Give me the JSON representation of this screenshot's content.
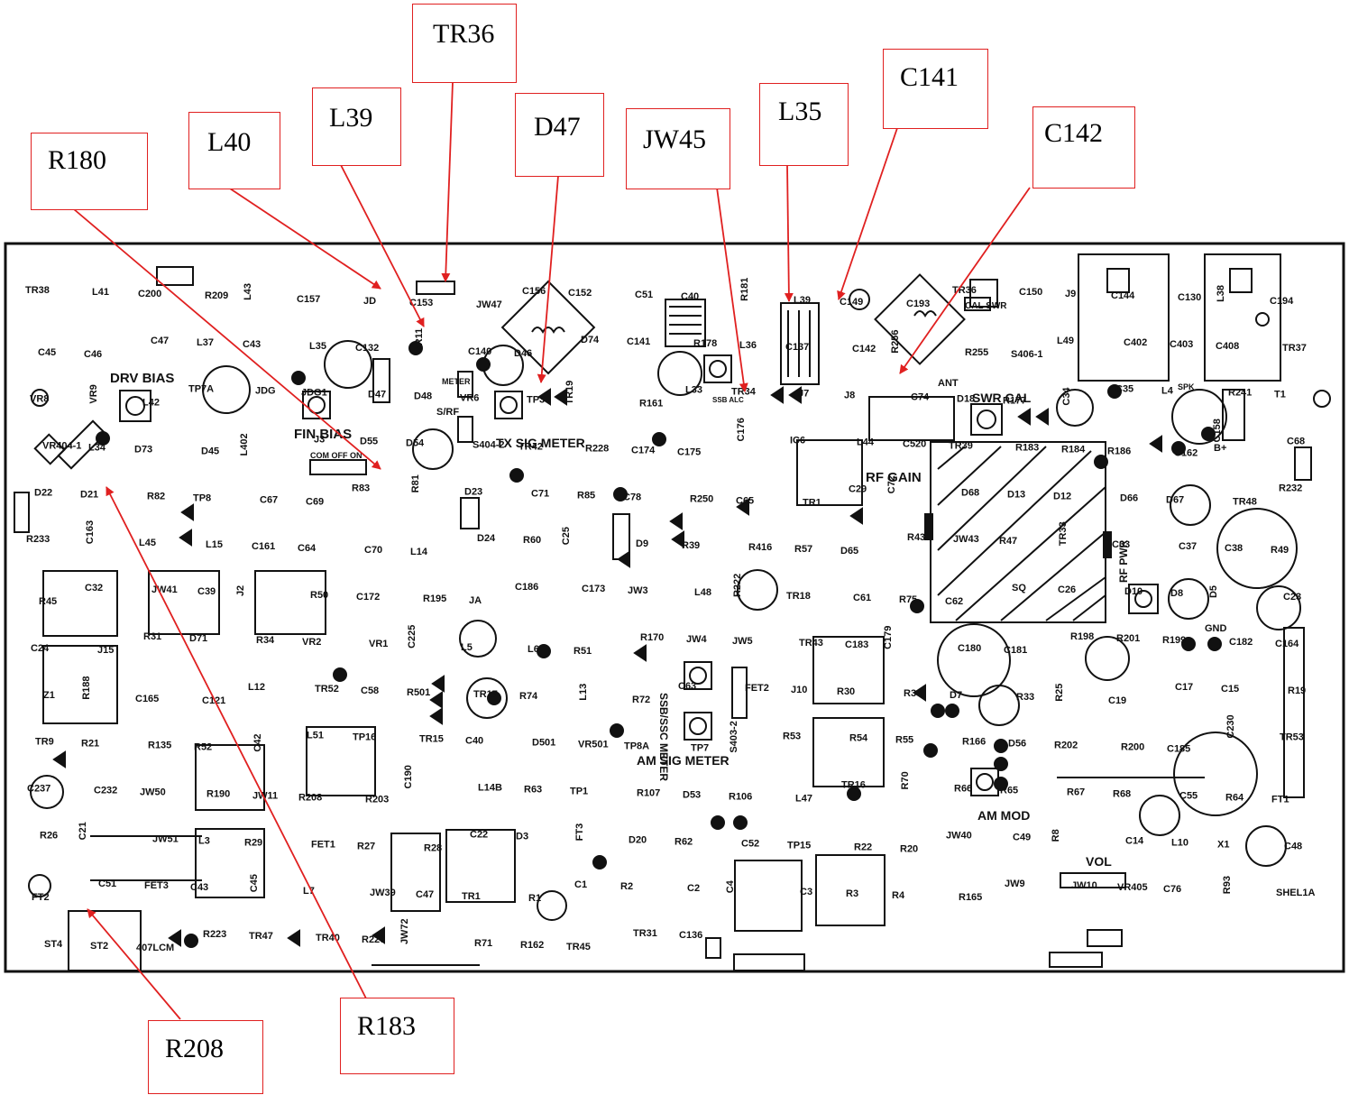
{
  "callouts": [
    {
      "id": "tr36",
      "label": "TR36"
    },
    {
      "id": "l39",
      "label": "L39"
    },
    {
      "id": "d47",
      "label": "D47"
    },
    {
      "id": "jw45",
      "label": "JW45"
    },
    {
      "id": "l35",
      "label": "L35"
    },
    {
      "id": "c141",
      "label": "C141"
    },
    {
      "id": "c142",
      "label": "C142"
    },
    {
      "id": "r180",
      "label": "R180"
    },
    {
      "id": "l40",
      "label": "L40"
    },
    {
      "id": "r208",
      "label": "R208"
    },
    {
      "id": "r183",
      "label": "R183"
    }
  ],
  "board": {
    "section_labels": {
      "drv_bias": "DRV BIAS",
      "fin_bias": "FIN BIAS",
      "tx_sig_meter": "TX SIG METER",
      "ssb_meter": "SSB/SSC METER",
      "am_sig_meter": "AM SIG METER",
      "rf_gain": "RF GAIN",
      "swr_cal": "SWR CAL",
      "am_mod": "AM MOD",
      "vol": "VOL",
      "rf_pwr": "RF PWR",
      "cal_swr": "CAL SWR",
      "com_off_on": "COM OFF ON",
      "meter": "METER",
      "s_rf": "S/RF",
      "ssb_alc": "SSB ALC",
      "ant": "ANT",
      "gnd": "GND",
      "spk": "SPK",
      "b_plus": "B+"
    },
    "designators": [
      "TR38",
      "L41",
      "C200",
      "R209",
      "L43",
      "C157",
      "JD",
      "C153",
      "JW47",
      "C156",
      "C152",
      "C51",
      "C40",
      "R181",
      "L39",
      "C149",
      "C193",
      "TR36",
      "C150",
      "J9",
      "C144",
      "C130",
      "L38",
      "C194",
      "C45",
      "C46",
      "C47",
      "L37",
      "C43",
      "L35",
      "C132",
      "VR11",
      "C140",
      "D46",
      "D74",
      "C141",
      "R178",
      "L36",
      "C137",
      "C142",
      "R256",
      "R255",
      "S406-1",
      "L49",
      "C402",
      "C403",
      "C408",
      "TR37",
      "VR8",
      "VR9",
      "L42",
      "TP7A",
      "JDG",
      "JDG1",
      "D47",
      "D48",
      "VR6",
      "TP3",
      "TR19",
      "R161",
      "L33",
      "TR34",
      "J7",
      "J8",
      "C74",
      "D18",
      "R177",
      "C34",
      "C35",
      "L4",
      "R241",
      "T1",
      "VR404-1",
      "L34",
      "D73",
      "D45",
      "L402",
      "J3",
      "D55",
      "D54",
      "S404-2",
      "TR42",
      "R228",
      "C174",
      "C175",
      "C176",
      "IC6",
      "L44",
      "C520",
      "TR39",
      "R183",
      "R184",
      "R186",
      "C162",
      "C158",
      "C68",
      "D22",
      "D21",
      "R82",
      "TP8",
      "C67",
      "C69",
      "R83",
      "R81",
      "D23",
      "C71",
      "R85",
      "C78",
      "R250",
      "C65",
      "TR1",
      "C29",
      "C72",
      "D68",
      "D13",
      "D12",
      "D66",
      "D67",
      "TR48",
      "R232",
      "R233",
      "C163",
      "L45",
      "L15",
      "C161",
      "C64",
      "C70",
      "L14",
      "D24",
      "R60",
      "C25",
      "D9",
      "R39",
      "R416",
      "R57",
      "D65",
      "R43",
      "JW43",
      "R47",
      "TR33",
      "C33",
      "C37",
      "C38",
      "R49",
      "R45",
      "C32",
      "JW41",
      "C39",
      "J2",
      "R50",
      "C172",
      "R195",
      "JA",
      "C186",
      "C173",
      "JW3",
      "L48",
      "R222",
      "TR18",
      "C61",
      "R75",
      "C62",
      "SQ",
      "C26",
      "D10",
      "D8",
      "D5",
      "C23",
      "C24",
      "J15",
      "R31",
      "D71",
      "R34",
      "VR2",
      "VR1",
      "C225",
      "L5",
      "L6",
      "R51",
      "R170",
      "JW4",
      "JW5",
      "TR43",
      "C183",
      "C179",
      "C180",
      "C181",
      "R198",
      "R201",
      "R199",
      "C182",
      "C164",
      "Z1",
      "R188",
      "C165",
      "C121",
      "L12",
      "TR52",
      "C58",
      "R501",
      "TR17",
      "R74",
      "L13",
      "R72",
      "C63",
      "FET2",
      "J10",
      "R30",
      "R36",
      "D7",
      "R33",
      "R25",
      "C19",
      "C17",
      "C15",
      "R19",
      "TR9",
      "R21",
      "R135",
      "R52",
      "C42",
      "L51",
      "TP16",
      "TR15",
      "C40",
      "D501",
      "VR501",
      "TP8A",
      "TP7",
      "S403-2",
      "R53",
      "R54",
      "R55",
      "R166",
      "D56",
      "R202",
      "R200",
      "C185",
      "C230",
      "TR53",
      "C237",
      "C232",
      "JW50",
      "R190",
      "JW11",
      "R208",
      "R203",
      "C190",
      "L14B",
      "R63",
      "TP1",
      "R107",
      "D53",
      "R106",
      "L47",
      "TR16",
      "R70",
      "R66",
      "R65",
      "R67",
      "R68",
      "C55",
      "R64",
      "FT1",
      "R26",
      "C21",
      "JW51",
      "L3",
      "R29",
      "FET1",
      "R27",
      "R28",
      "C22",
      "D3",
      "FT3",
      "D20",
      "R62",
      "C52",
      "TP15",
      "R22",
      "R20",
      "JW40",
      "C49",
      "R8",
      "C14",
      "L10",
      "X1",
      "C48",
      "FT2",
      "C51",
      "FET3",
      "C43",
      "C45",
      "L7",
      "JW39",
      "C47",
      "TR1",
      "R1",
      "C1",
      "R2",
      "C2",
      "C4",
      "C3",
      "R3",
      "R4",
      "R165",
      "JW9",
      "JW10",
      "VR405",
      "C76",
      "R93",
      "SHEL1A",
      "ST4",
      "ST2",
      "407LCM",
      "R223",
      "TR47",
      "TR40",
      "R226",
      "JW72",
      "R71",
      "R162",
      "TR45",
      "TR31",
      "C136"
    ]
  }
}
